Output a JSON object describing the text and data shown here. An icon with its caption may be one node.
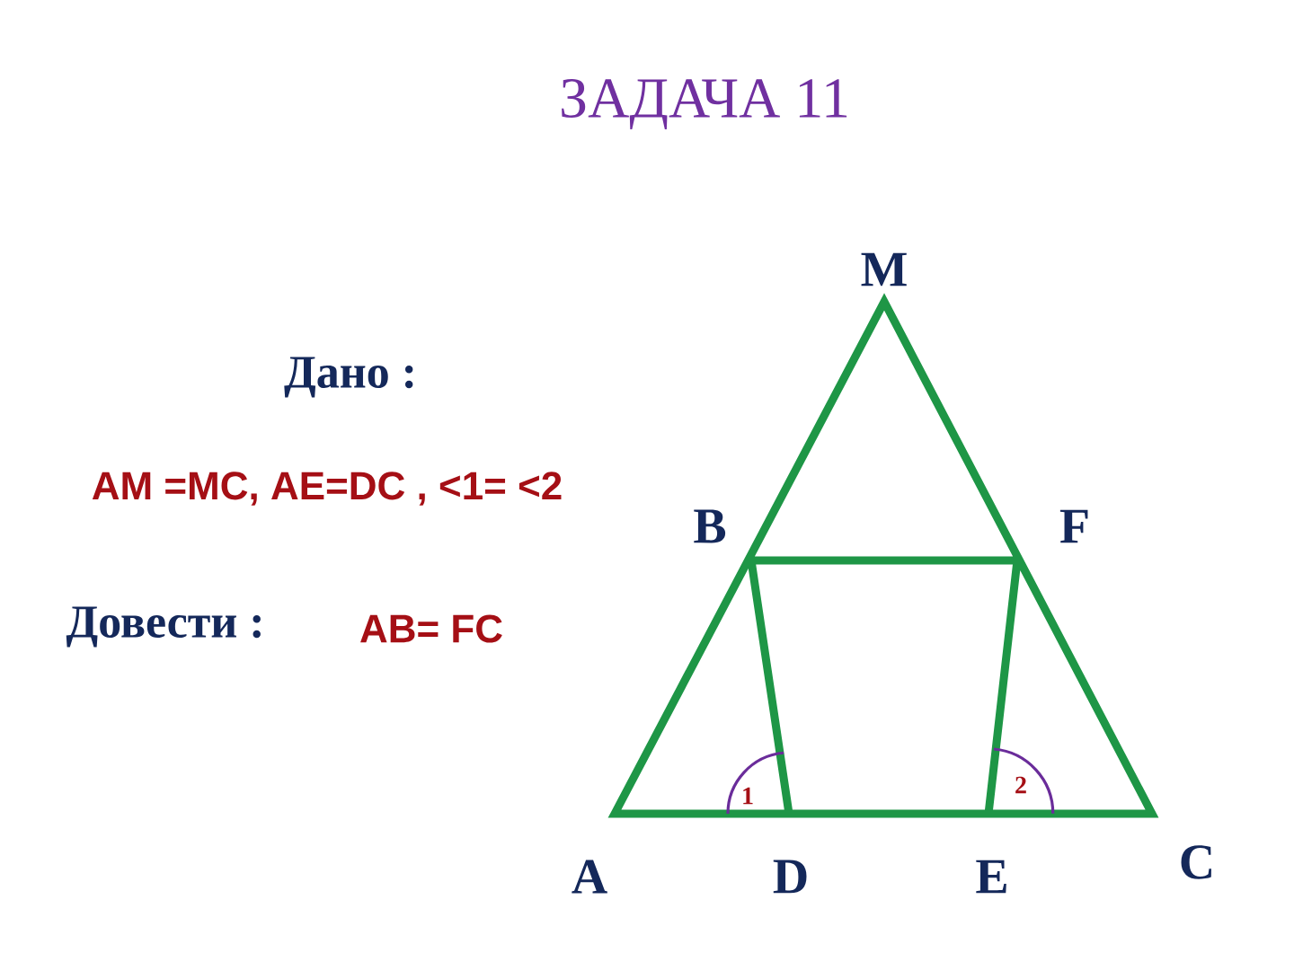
{
  "diagram": {
    "title": "ЗАДАЧА 11",
    "labels": [
      "M",
      "Дано :",
      "AM =MC, AE=DC , <1= <2",
      "B",
      "F",
      "Довести :",
      "AB= FC",
      "1",
      "2",
      "A",
      "D",
      "E",
      "C"
    ]
  }
}
